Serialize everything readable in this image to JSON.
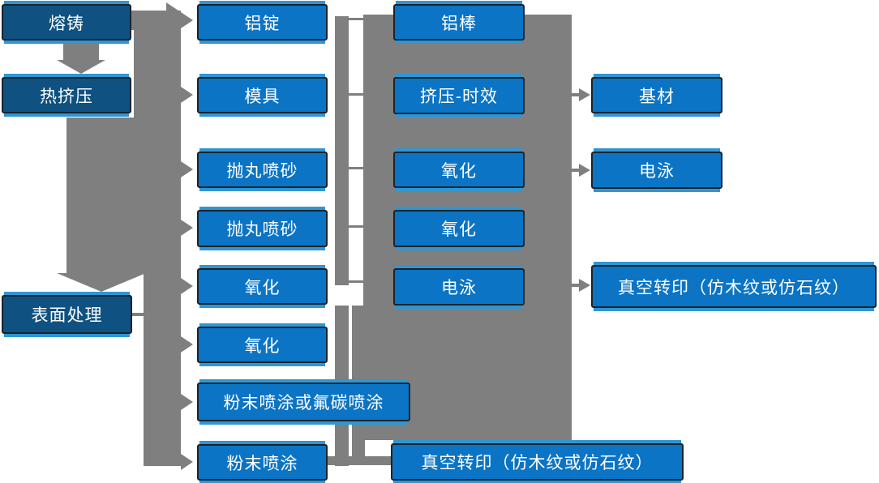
{
  "columns": {
    "col1": [
      "熔铸",
      "热挤压",
      "表面处理"
    ],
    "col2": [
      "铝锭",
      "模具",
      "抛丸喷砂",
      "抛丸喷砂",
      "氧化",
      "氧化",
      "粉末喷涂或氟碳喷涂",
      "粉末喷涂"
    ],
    "col3": [
      "铝棒",
      "挤压-时效",
      "氧化",
      "氧化",
      "电泳",
      "真空转印（仿木纹或仿石纹）"
    ],
    "col4": [
      "基材",
      "电泳",
      "真空转印（仿木纹或仿石纹）"
    ]
  },
  "colors": {
    "background": "#ffffff",
    "node_dark": "#0f5180",
    "node_bright": "#0b74c4",
    "node_border": "#1a242c",
    "node_edge_light": "#2f96d3",
    "connector": "#7f7f7f",
    "text": "#ffffff"
  }
}
